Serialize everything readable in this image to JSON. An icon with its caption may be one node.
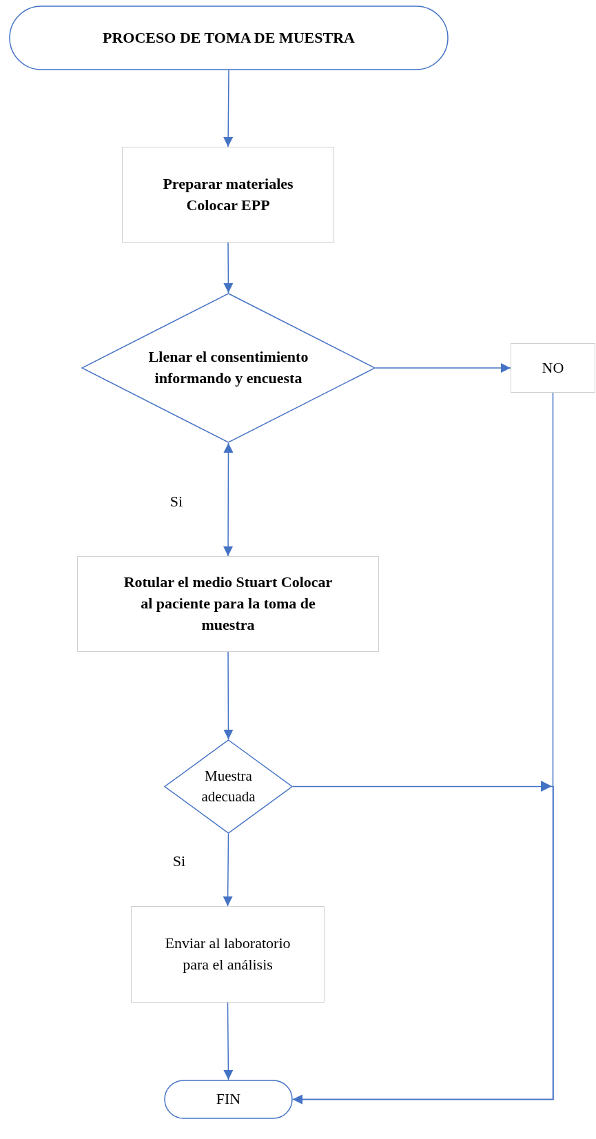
{
  "diagram": {
    "nodes": [
      {
        "text": [
          "PROCESO DE TOMA DE MUESTRA"
        ]
      },
      {
        "text": [
          "Preparar materiales Colocar EPP"
        ]
      },
      {
        "text": [
          "Llenar el consentimiento informando y encuesta"
        ]
      },
      {
        "text": [
          "NO"
        ]
      },
      {
        "text": [
          "Rotular el medio Stuart Colocar al paciente para la toma de muestra"
        ]
      },
      {
        "text": [
          "Muestra adecuada"
        ]
      },
      {
        "text": [
          "Enviar al laboratorio para el análisis"
        ]
      },
      {
        "text": [
          "FIN"
        ]
      }
    ],
    "edges": [
      {
        "from": 0,
        "to": 1,
        "arrow": "to"
      },
      {
        "from": 1,
        "to": 2,
        "arrow": "to"
      },
      {
        "from": 2,
        "to": 3,
        "arrow": "to"
      },
      {
        "from": 2,
        "to": 4,
        "arrow": "both",
        "label": "Si"
      },
      {
        "from": 4,
        "to": 5,
        "arrow": "to"
      },
      {
        "from": 5,
        "to": 6,
        "arrow": "to",
        "label": "Si"
      },
      {
        "from": 5,
        "to": 7,
        "arrow": "to"
      },
      {
        "from": 6,
        "to": 7,
        "arrow": "to"
      },
      {
        "from": 3,
        "to": 7,
        "arrow": "to"
      }
    ]
  }
}
